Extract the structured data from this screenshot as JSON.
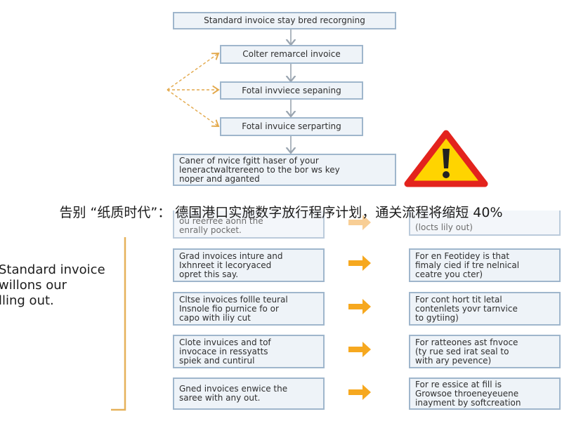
{
  "flow": {
    "steps": [
      "Standard invoice stay bred recorgning",
      "Colter remarcel invoice",
      "Fotal invviece sepaning",
      "Fotal invuice serparting"
    ],
    "final_lines": [
      "Caner of nvice fgitt haser of your",
      "leneractwaltrereeno to the bor ws key",
      "noper and aganted"
    ]
  },
  "headline": "告别 “纸质时代”： 德国港口实施数字放行程序计划，通关流程将缩短 40%",
  "partial_row": {
    "left_lines": [
      "ou reerree aonn the",
      "enrally pocket."
    ],
    "right_lines": [
      "(locts lily out)"
    ]
  },
  "rows": [
    {
      "left": [
        "Grad invoices inture and",
        "Ixhnreet it lecoryaced",
        "opret this say."
      ],
      "right": [
        "For en Feotidey is that",
        "fimaly cied if tre nelnical",
        "ceatre you cter)"
      ]
    },
    {
      "left": [
        "Cltse invoices follle teural",
        "Insnole fio purnice fo or",
        "capo with iliy cut"
      ],
      "right": [
        "For cont hort tit letal",
        "contenlets yovr tarnvice",
        "to gytiing)"
      ]
    },
    {
      "left": [
        "Clote invuices and tof",
        "invocace in ressyatts",
        "spiek and cuntirul"
      ],
      "right": [
        "For ratteones ast fnvoce",
        "(ty rue sed irat seal to",
        "with ary pevence)"
      ]
    },
    {
      "left": [
        "Gned invoices enwice the",
        "saree with any out."
      ],
      "right": [
        "For re essice at fill is",
        "Growsoe throeneyeuene",
        "inayment by softcreation"
      ]
    }
  ],
  "side_text": [
    "Standard invoice",
    "willons our",
    "lling out."
  ],
  "colors": {
    "box_border": "#9fb6cc",
    "box_fill": "#eef3f8",
    "connector": "#9aa5b0",
    "dashed_accent": "#e3a94c",
    "arrow_orange": "#f6a81f",
    "bracket": "#e6b15a",
    "warning_red": "#e3231d",
    "warning_yellow": "#ffd400"
  },
  "icons": {
    "warning": "warning-triangle-icon",
    "row_arrow": "right-arrow-icon"
  }
}
